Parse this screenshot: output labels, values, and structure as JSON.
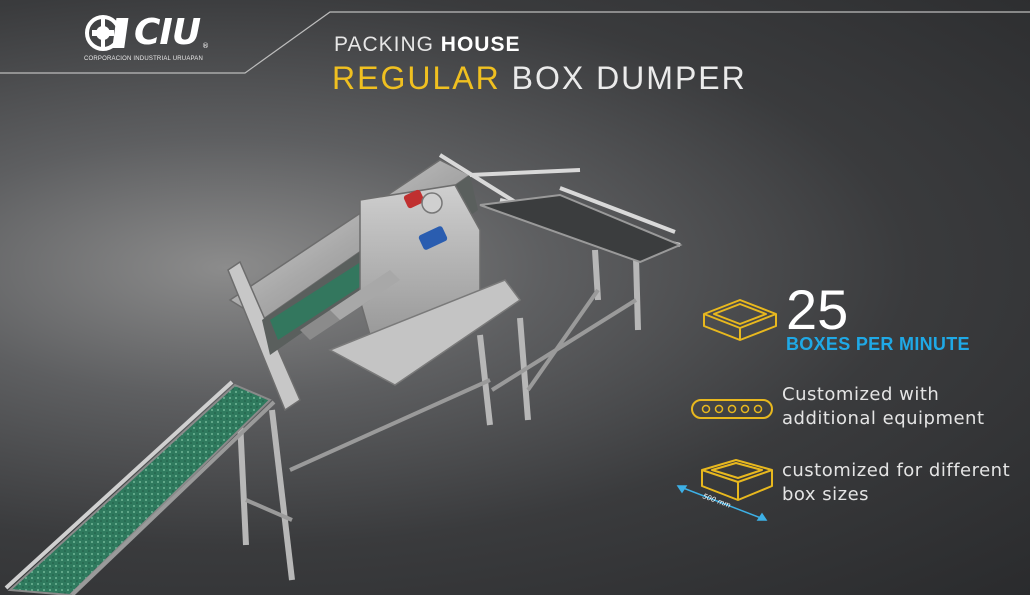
{
  "brand": {
    "name": "CIU",
    "registered_mark": "®",
    "subtitle": "CORPORACION INDUSTRIAL URUAPAN"
  },
  "title": {
    "line1_prefix": "PACKING ",
    "line1_bold": "HOUSE",
    "line2_accent": "REGULAR",
    "line2_rest": " BOX DUMPER",
    "accent_color": "#f0c020"
  },
  "features": {
    "throughput": {
      "icon": "open-box-icon",
      "value": "25",
      "caption": "BOXES PER MINUTE",
      "caption_color": "#1fa9e6"
    },
    "equipment": {
      "icon": "conveyor-rollers-icon",
      "line1": "Customized with",
      "line2": "additional equipment"
    },
    "sizes": {
      "icon": "box-dimension-icon",
      "dimension_label": "500 mm",
      "line1": "customized for different",
      "line2": "box sizes"
    }
  },
  "illustration": {
    "subject": "box-dumper-machine"
  }
}
